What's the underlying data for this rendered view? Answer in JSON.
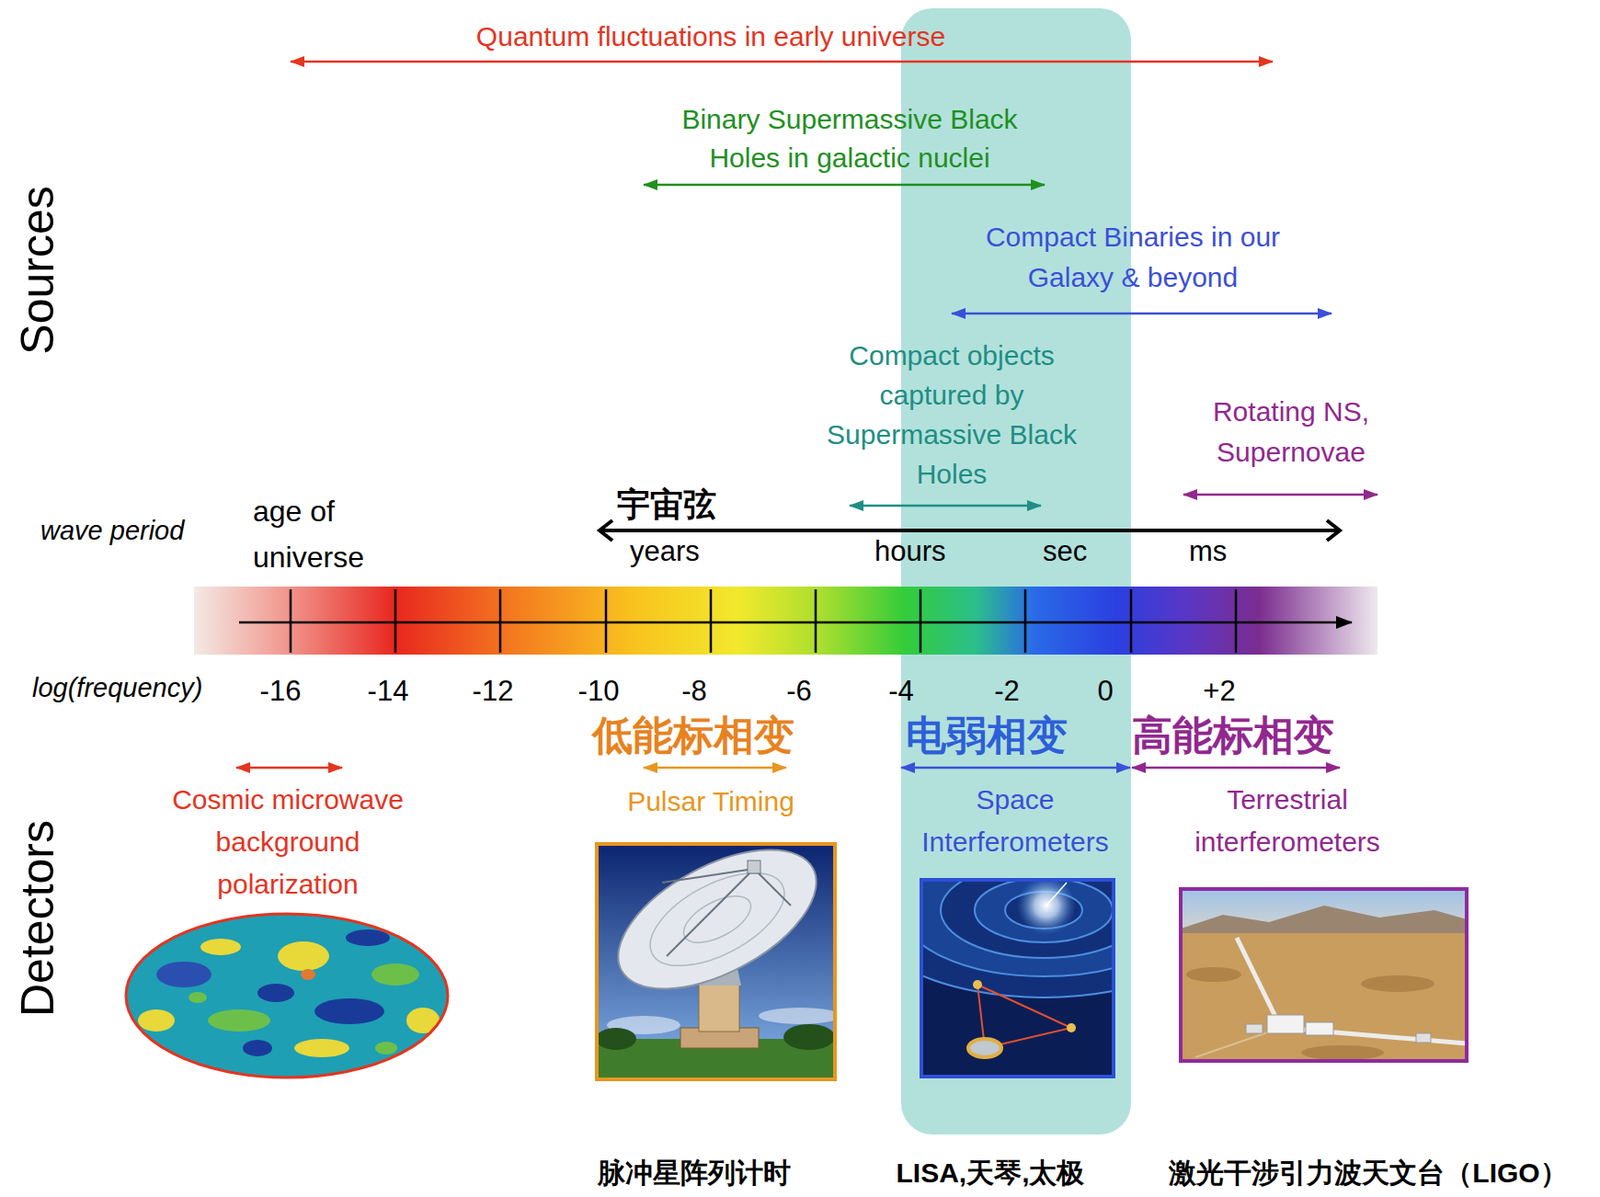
{
  "diagram": {
    "labels": [
      "Sources",
      "Quantum fluctuations in early universe",
      "Binary Supermassive Black Holes in galactic nuclei",
      "Compact Binaries in our Galaxy & beyond",
      "Compact objects captured by Supermassive Black Holes",
      "Rotating NS, Supernovae",
      "宇宙弦",
      "wave period",
      "age of universe",
      "years",
      "hours",
      "sec",
      "ms",
      "log(frequency)",
      "-16",
      "-14",
      "-12",
      "-10",
      "-8",
      "-6",
      "-4",
      "-2",
      "0",
      "+2",
      "低能标相变",
      "电弱相变",
      "高能标相变",
      "Detectors",
      "Cosmic microwave background polarization",
      "Pulsar Timing",
      "Space Interferometers",
      "Terrestrial interferometers",
      "脉冲星阵列计时",
      "LISA,天琴,太极",
      "激光干涉引力波天文台（LIGO）"
    ]
  }
}
